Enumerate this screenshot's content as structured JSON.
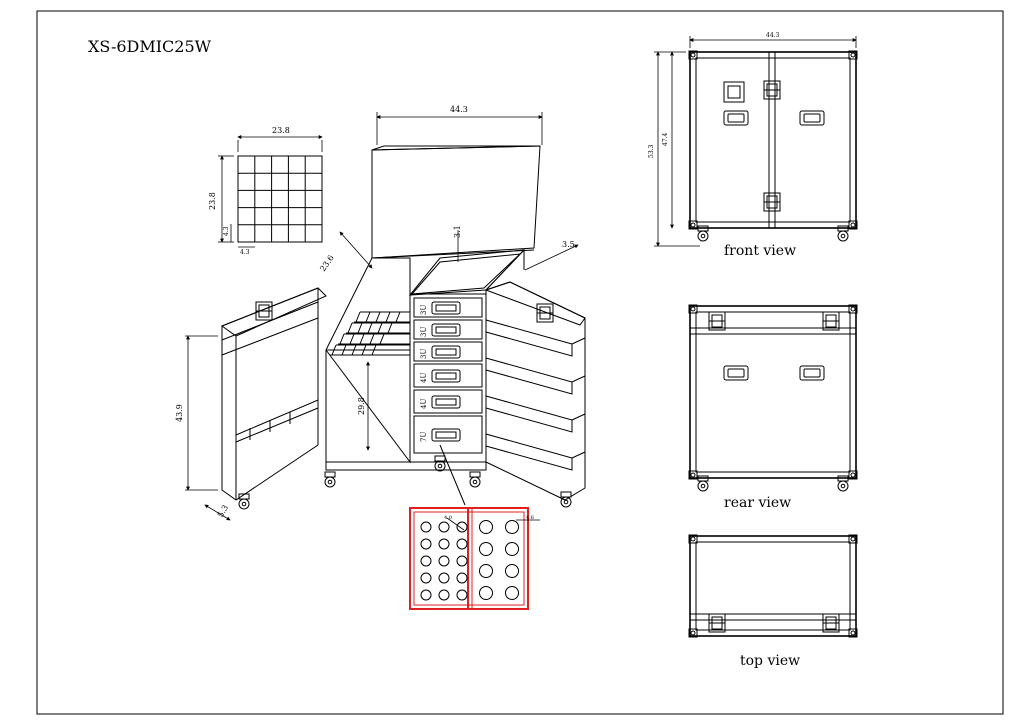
{
  "model": "XS-6DMIC25W",
  "views": {
    "front": "front view",
    "rear": "rear view",
    "top": "top view"
  },
  "dimensions": {
    "overall_width": "44.3",
    "grid_width": "23.8",
    "grid_height": "23.8",
    "cell_w": "4.3",
    "cell_h": "4.3",
    "door_diag": "23.6",
    "top_tray": "3.1",
    "lid_offset": "3.5",
    "door_height": "43.9",
    "inner_height": "29.8",
    "door_depth": "5.3",
    "front_width": "44.3",
    "front_total_height": "53.3",
    "front_body_height": "47.4",
    "hole_small": "4.0",
    "hole_large": "4.6"
  },
  "drawers": [
    "3U",
    "3U",
    "3U",
    "4U",
    "4U",
    "7U"
  ],
  "colors": {
    "line": "#000000",
    "highlight": "#e02020"
  }
}
